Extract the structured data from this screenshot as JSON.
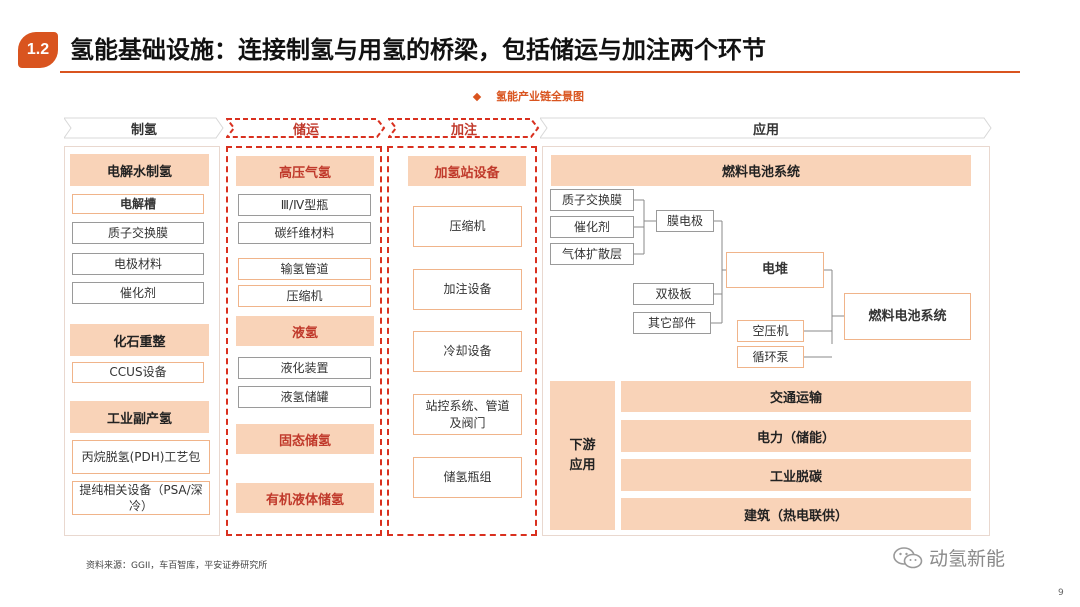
{
  "header": {
    "section_number": "1.2",
    "title": "氢能基础设施：连接制氢与用氢的桥梁，包括储运与加注两个环节"
  },
  "diagram_title": "氢能产业链全景图",
  "stages": {
    "production": "制氢",
    "storage": "储运",
    "refueling": "加注",
    "application": "应用"
  },
  "production": {
    "electrolysis": {
      "header": "电解水制氢",
      "items": [
        "电解槽",
        "质子交换膜",
        "电极材料",
        "催化剂"
      ]
    },
    "fossil": {
      "header": "化石重整",
      "items": [
        "CCUS设备"
      ]
    },
    "byproduct": {
      "header": "工业副产氢",
      "items": [
        "丙烷脱氢(PDH)工艺包",
        "提纯相关设备（PSA/深冷）"
      ]
    }
  },
  "storage": {
    "high_pressure": {
      "header": "高压气氢",
      "items": [
        "Ⅲ/Ⅳ型瓶",
        "碳纤维材料",
        "输氢管道",
        "压缩机"
      ]
    },
    "liquid": {
      "header": "液氢",
      "items": [
        "液化装置",
        "液氢储罐"
      ]
    },
    "solid": {
      "header": "固态储氢"
    },
    "organic": {
      "header": "有机液体储氢"
    }
  },
  "refueling": {
    "header": "加氢站设备",
    "items": [
      "压缩机",
      "加注设备",
      "冷却设备",
      "站控系统、管道及阀门",
      "储氢瓶组"
    ]
  },
  "application": {
    "fuel_cell": {
      "header": "燃料电池系统",
      "mea_parts": [
        "质子交换膜",
        "催化剂",
        "气体扩散层"
      ],
      "mea": "膜电极",
      "stack": "电堆",
      "stack_parts": [
        "双极板",
        "其它部件"
      ],
      "bop_parts": [
        "空压机",
        "循环泵"
      ],
      "system": "燃料电池系统"
    },
    "downstream": {
      "label": "下游应用",
      "items": [
        "交通运输",
        "电力（储能）",
        "工业脱碳",
        "建筑（热电联供）"
      ]
    }
  },
  "footer": {
    "source": "资料来源：GGII，车百智库，平安证券研究所",
    "watermark": "动氢新能",
    "page": "9"
  },
  "colors": {
    "accent": "#d9541f",
    "box_fill": "#f9d3b8",
    "dashed_border": "#d9301f",
    "text_red": "#c0392b"
  }
}
